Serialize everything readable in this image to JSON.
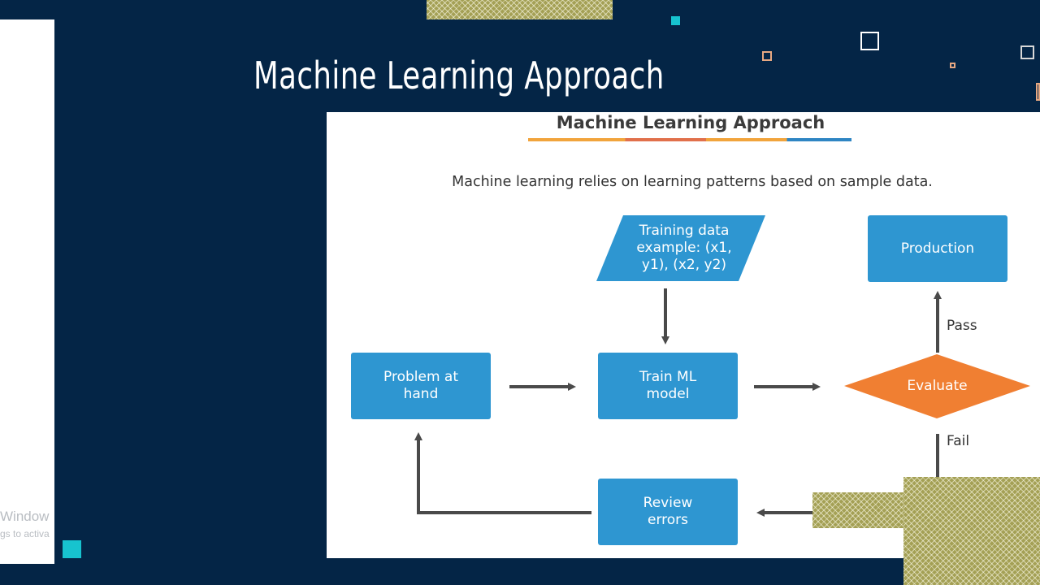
{
  "slide": {
    "title": "Machine Learning Approach"
  },
  "watermark": {
    "line1": "Window",
    "line2": "gs to activa"
  },
  "diagram": {
    "title": "Machine Learning Approach",
    "subtitle": "Machine learning relies on learning patterns based on sample data.",
    "nodes": {
      "training_data": "Training data example: (x1, y1), (x2, y2)",
      "production": "Production",
      "problem": "Problem at hand",
      "train_model": "Train ML model",
      "evaluate": "Evaluate",
      "review_errors": "Review errors"
    },
    "edges": {
      "pass": "Pass",
      "fail": "Fail"
    }
  },
  "colors": {
    "background": "#042546",
    "box_blue": "#2e96d1",
    "evaluate_orange": "#f07f32",
    "arrow": "#4a4a4a",
    "accent_teal": "#17c3cf"
  }
}
